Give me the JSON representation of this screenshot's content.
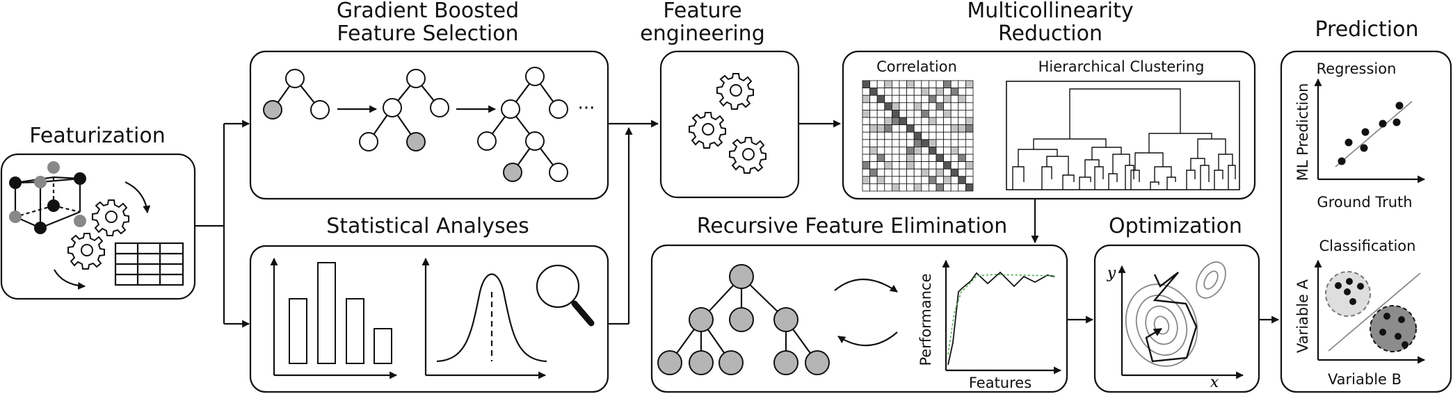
{
  "featurization": {
    "title": "Featurization"
  },
  "gradient_boosted": {
    "title_line1": "Gradient Boosted",
    "title_line2": "Feature Selection",
    "ellipsis": "···"
  },
  "statistical": {
    "title": "Statistical Analyses"
  },
  "feature_engineering": {
    "title_line1": "Feature",
    "title_line2": "engineering"
  },
  "multicollinearity": {
    "title_line1": "Multicollinearity",
    "title_line2": "Reduction",
    "correlation_label": "Correlation",
    "clustering_label": "Hierarchical Clustering"
  },
  "rfe": {
    "title": "Recursive Feature Elimination",
    "ylabel": "Performance",
    "xlabel": "Features"
  },
  "optimization": {
    "title": "Optimization",
    "xlabel": "x",
    "ylabel": "y"
  },
  "prediction": {
    "title": "Prediction",
    "regression_label": "Regression",
    "regression_ylabel": "ML Prediction",
    "regression_xlabel": "Ground Truth",
    "classification_label": "Classification",
    "classification_ylabel": "Variable A",
    "classification_xlabel": "Variable B"
  },
  "colors": {
    "node_gray": "#b5b5b5",
    "class_light": "#dedede",
    "class_dark": "#8c8c8c",
    "green_dotted": "#4aa84a"
  }
}
